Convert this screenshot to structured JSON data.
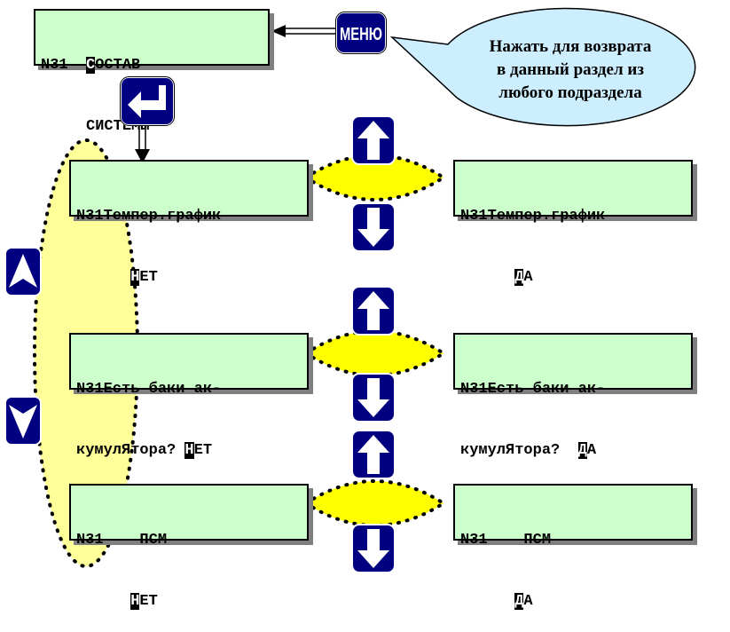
{
  "menu_button": {
    "label": "МЕНЮ"
  },
  "callout": {
    "lines": [
      "Нажать для возврата",
      "в данный раздел из",
      "любого подраздела"
    ]
  },
  "top_screen": {
    "line1": {
      "prefix": "N31  ",
      "cursor": "С",
      "rest": "ОСТАВ"
    },
    "line2": "     СИСТЕМЫ"
  },
  "rows": [
    {
      "left": {
        "line1": "N31Темпер.график",
        "line2": {
          "prefix": "      ",
          "cursor": "Н",
          "rest": "ЕТ"
        }
      },
      "right": {
        "line1": "N31Темпер.график",
        "line2": {
          "prefix": "      ",
          "cursor": "Д",
          "rest": "А"
        }
      }
    },
    {
      "left": {
        "line1": "N31Есть баки ак-",
        "line2": {
          "prefix": "кумулЯтора? ",
          "cursor": "Н",
          "rest": "ЕТ"
        }
      },
      "right": {
        "line1": "N31Есть баки ак-",
        "line2": {
          "prefix": "кумулЯтора?  ",
          "cursor": "Д",
          "rest": "А"
        }
      }
    },
    {
      "left": {
        "line1": "N31    ПСМ",
        "line2": {
          "prefix": "      ",
          "cursor": "Н",
          "rest": "ЕТ"
        }
      },
      "right": {
        "line1": "N31    ПСМ",
        "line2": {
          "prefix": "      ",
          "cursor": "Д",
          "rest": "А"
        }
      }
    }
  ],
  "colors": {
    "lcd": "#ccffcc",
    "button": "#000080",
    "yellow": "#ffff00",
    "oval": "#ffff99",
    "callout": "#cceeff"
  }
}
